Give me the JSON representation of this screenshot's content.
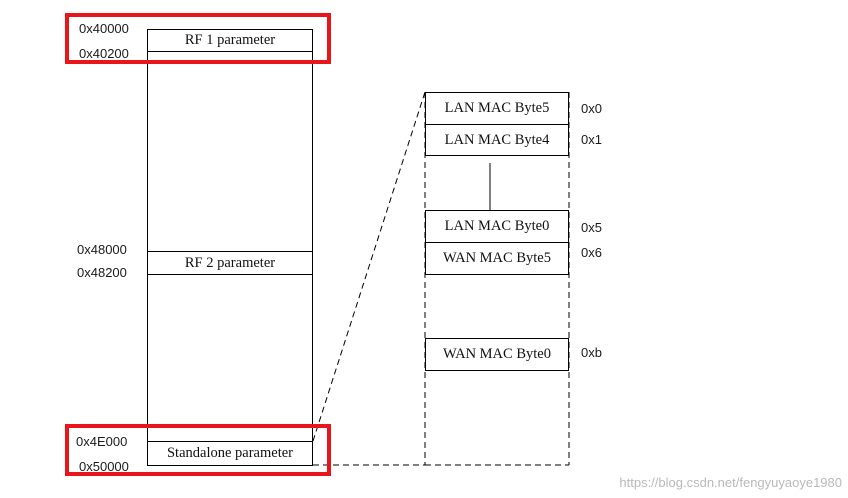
{
  "memory_map": {
    "addresses": {
      "rf1_start": "0x40000",
      "rf1_end": "0x40200",
      "rf2_start": "0x48000",
      "rf2_end": "0x48200",
      "standalone_start": "0x4E000",
      "standalone_end": "0x50000"
    },
    "segments": {
      "rf1": "RF 1 parameter",
      "rf2": "RF 2 parameter",
      "standalone": "Standalone parameter"
    }
  },
  "detail": {
    "cells": [
      {
        "label": "LAN MAC Byte5",
        "offset": "0x0"
      },
      {
        "label": "LAN MAC Byte4",
        "offset": "0x1"
      },
      {
        "label": "LAN MAC Byte0",
        "offset": "0x5"
      },
      {
        "label": "WAN MAC Byte5",
        "offset": "0x6"
      },
      {
        "label": "WAN MAC Byte0",
        "offset": "0xb"
      }
    ]
  },
  "colors": {
    "highlight": "#e8161a",
    "line": "#000000",
    "watermark": "#b9b9b9"
  },
  "watermark": "https://blog.csdn.net/fengyuyaoye1980"
}
